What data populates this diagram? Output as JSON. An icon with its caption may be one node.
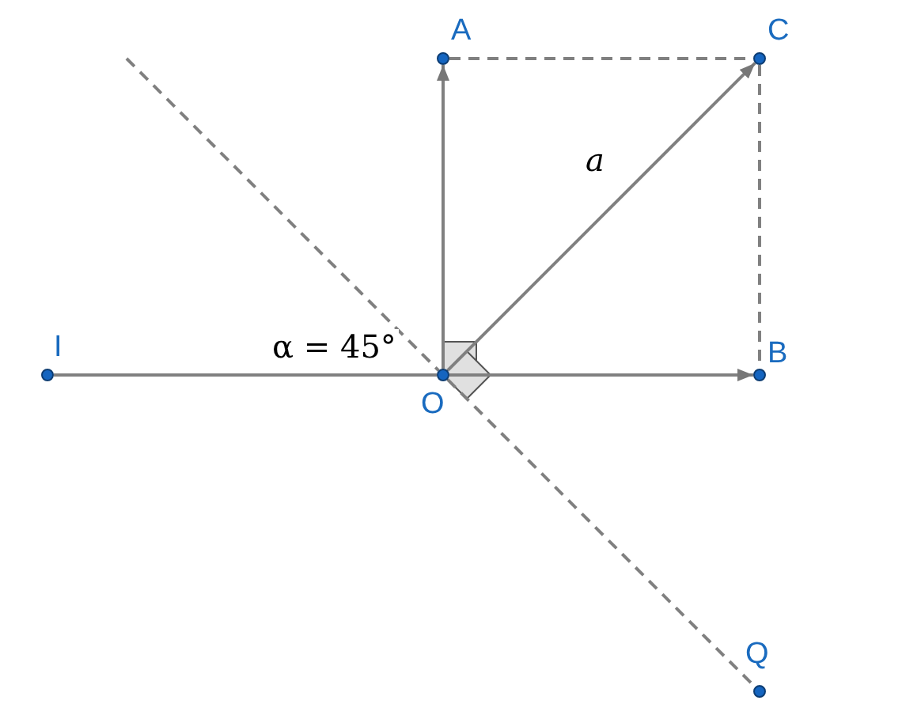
{
  "diagram": {
    "nodes": [
      {
        "text": [
          "A"
        ]
      },
      {
        "text": [
          "C"
        ]
      },
      {
        "text": [
          "I"
        ]
      },
      {
        "text": [
          "O"
        ]
      },
      {
        "text": [
          "B"
        ]
      },
      {
        "text": [
          "Q"
        ]
      }
    ],
    "edges": [
      {
        "from": 3,
        "to": 0,
        "arrow": "to"
      },
      {
        "from": 3,
        "to": 1,
        "arrow": "to",
        "label": "a"
      },
      {
        "from": 3,
        "to": 4,
        "arrow": "to"
      },
      {
        "from": 0,
        "to": 1,
        "arrow": "none",
        "style": "dashed"
      },
      {
        "from": 1,
        "to": 4,
        "arrow": "none",
        "style": "dashed"
      },
      {
        "from": 2,
        "to": 3,
        "arrow": "none"
      },
      {
        "from": null,
        "to": 3,
        "arrow": "none",
        "style": "dashed"
      },
      {
        "from": 3,
        "to": 5,
        "arrow": "none",
        "style": "dashed"
      }
    ],
    "labels": [
      "α = 45°"
    ]
  }
}
